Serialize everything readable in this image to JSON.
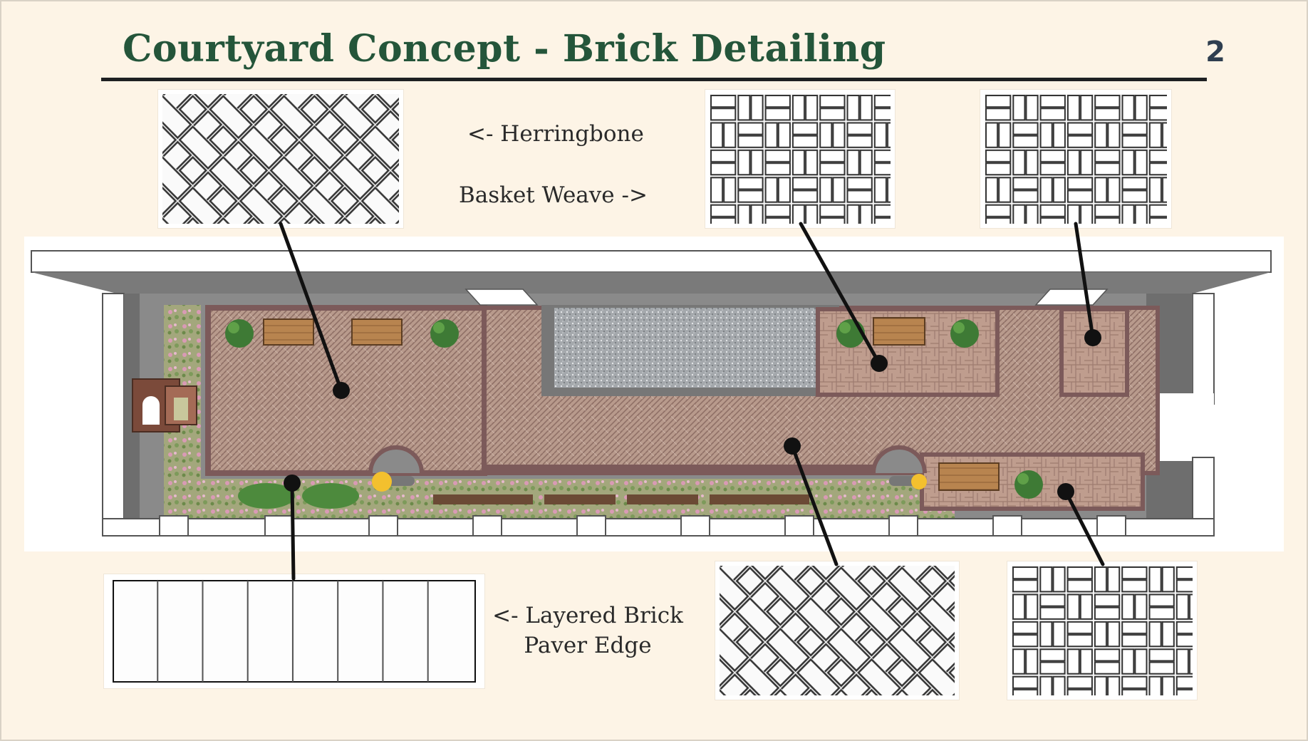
{
  "slide": {
    "title": "Courtyard Concept - Brick Detailing",
    "page_number": "2"
  },
  "labels": {
    "herringbone": "<- Herringbone",
    "basket_weave": "Basket Weave ->",
    "layered_edge_line1": "<- Layered Brick",
    "layered_edge_line2": "Paver Edge"
  },
  "colors": {
    "title": "#24553a",
    "rule": "#1e2022",
    "background": "#fdf4e6",
    "brick_paving": "#b89a8c",
    "brick_border": "#7c5a5a",
    "planting": "#9aa57a",
    "water_feature": "#a9adb1",
    "wall": "#6e6e6e",
    "light": "#f3c02e"
  }
}
